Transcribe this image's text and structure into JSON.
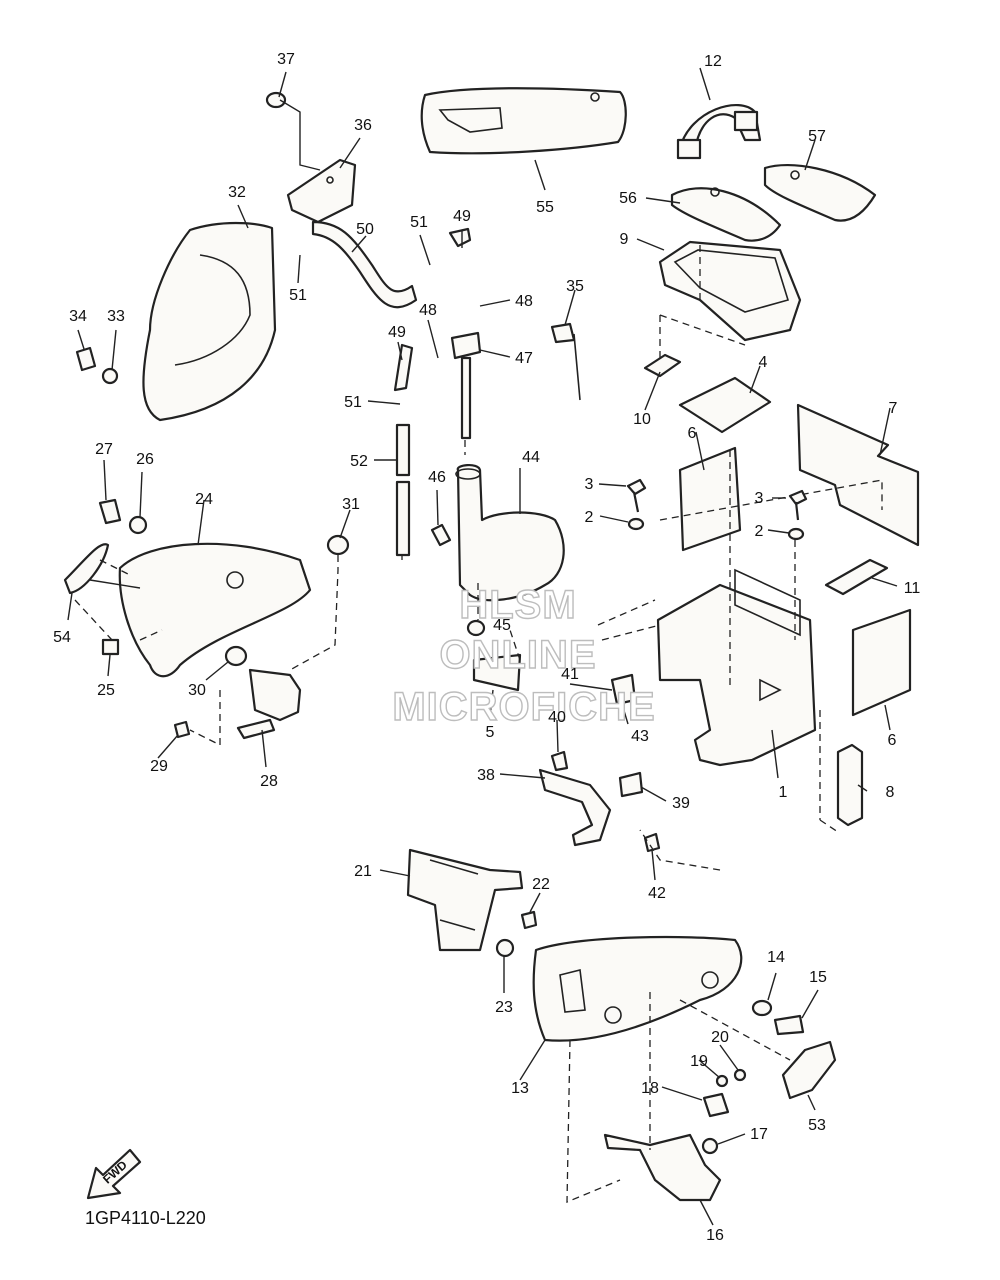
{
  "diagram": {
    "code": "1GP4110-L220",
    "fwd_label": "FWD",
    "watermark": [
      "HLSM",
      "ONLINE",
      "MICROFICHE"
    ],
    "callouts": {
      "c1": "1",
      "c2a": "2",
      "c2b": "2",
      "c3a": "3",
      "c3b": "3",
      "c4": "4",
      "c5": "5",
      "c6a": "6",
      "c6b": "6",
      "c7": "7",
      "c8": "8",
      "c9": "9",
      "c10": "10",
      "c11": "11",
      "c12": "12",
      "c13": "13",
      "c14": "14",
      "c15": "15",
      "c16": "16",
      "c17": "17",
      "c18": "18",
      "c19": "19",
      "c20": "20",
      "c21": "21",
      "c22": "22",
      "c23": "23",
      "c24": "24",
      "c25": "25",
      "c26": "26",
      "c27": "27",
      "c28": "28",
      "c29": "29",
      "c30": "30",
      "c31": "31",
      "c32": "32",
      "c33": "33",
      "c34": "34",
      "c35": "35",
      "c36": "36",
      "c37": "37",
      "c38": "38",
      "c39": "39",
      "c40": "40",
      "c41": "41",
      "c42": "42",
      "c43": "43",
      "c44": "44",
      "c45": "45",
      "c46": "46",
      "c47": "47",
      "c48a": "48",
      "c48b": "48",
      "c49a": "49",
      "c49b": "49",
      "c50": "50",
      "c51a": "51",
      "c51b": "51",
      "c51c": "51",
      "c52": "52",
      "c53": "53",
      "c54": "54",
      "c55": "55",
      "c56": "56",
      "c57": "57"
    }
  }
}
